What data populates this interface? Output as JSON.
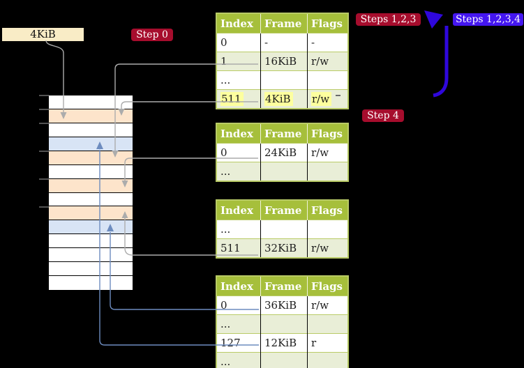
{
  "palette": {
    "background": "#000000",
    "table_header_green": "#a6bf3b",
    "table_shaded_row": "#e9eed7",
    "table_border_green": "#b9cb66",
    "highlight_yellow": "#fdff9e",
    "badge_red": "#a60d2d",
    "badge_blue": "#4416f0",
    "big_arrow_blue": "#2f07dc",
    "frame_label_cream": "#f9ecc6",
    "memory_orange": "#fde4cb",
    "memory_blue": "#d8e4f5",
    "connector_gray": "#acacac",
    "connector_steel_blue": "#6d8cbf"
  },
  "labels": {
    "frame_size": "4KiB",
    "step0": "Step 0",
    "steps_123": "Steps 1,2,3",
    "steps_1234": "Steps 1,2,3,4",
    "step4": "Step 4"
  },
  "memory_cells": [
    "white",
    "orange",
    "white",
    "blue",
    "orange",
    "white",
    "orange",
    "white",
    "orange",
    "blue",
    "white",
    "white",
    "white",
    "white"
  ],
  "page_tables": [
    {
      "name": "level-4-table",
      "headers": [
        "Index",
        "Frame",
        "Flags"
      ],
      "rows": [
        {
          "index": "0",
          "frame": "-",
          "flags": "-",
          "shaded": false,
          "highlighted": false
        },
        {
          "index": "1",
          "frame": "16KiB",
          "flags": "r/w",
          "shaded": true,
          "highlighted": false
        },
        {
          "index": "...",
          "frame": "",
          "flags": "",
          "shaded": false,
          "highlighted": false
        },
        {
          "index": "511",
          "frame": "4KiB",
          "flags": "r/w",
          "shaded": true,
          "highlighted": true
        }
      ]
    },
    {
      "name": "level-3-table",
      "headers": [
        "Index",
        "Frame",
        "Flags"
      ],
      "rows": [
        {
          "index": "0",
          "frame": "24KiB",
          "flags": "r/w",
          "shaded": false,
          "highlighted": false
        },
        {
          "index": "...",
          "frame": "",
          "flags": "",
          "shaded": true,
          "highlighted": false
        }
      ]
    },
    {
      "name": "level-2-table",
      "headers": [
        "Index",
        "Frame",
        "Flags"
      ],
      "rows": [
        {
          "index": "...",
          "frame": "",
          "flags": "",
          "shaded": false,
          "highlighted": false
        },
        {
          "index": "511",
          "frame": "32KiB",
          "flags": "r/w",
          "shaded": true,
          "highlighted": false
        }
      ]
    },
    {
      "name": "level-1-table",
      "headers": [
        "Index",
        "Frame",
        "Flags"
      ],
      "rows": [
        {
          "index": "0",
          "frame": "36KiB",
          "flags": "r/w",
          "shaded": false,
          "highlighted": false
        },
        {
          "index": "...",
          "frame": "",
          "flags": "",
          "shaded": true,
          "highlighted": false
        },
        {
          "index": "127",
          "frame": "12KiB",
          "flags": "r",
          "shaded": false,
          "highlighted": false
        },
        {
          "index": "...",
          "frame": "",
          "flags": "",
          "shaded": true,
          "highlighted": false
        }
      ]
    }
  ]
}
